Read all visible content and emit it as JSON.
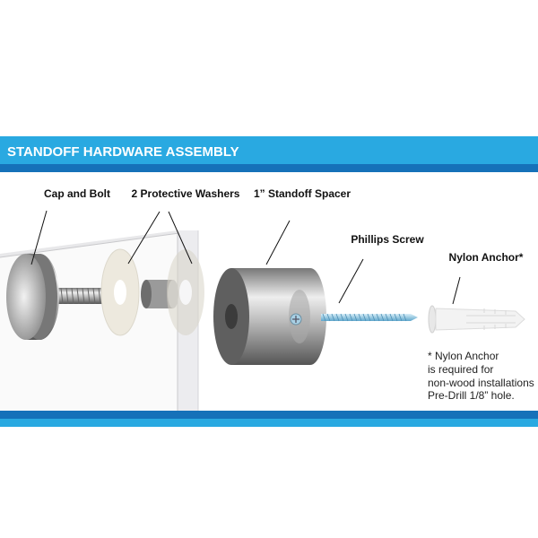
{
  "header": {
    "title": "STANDOFF HARDWARE ASSEMBLY"
  },
  "labels": {
    "cap_and_bolt": "Cap and Bolt",
    "washers": "2 Protective Washers",
    "spacer": "1” Standoff Spacer",
    "screw": "Phillips Screw",
    "anchor": "Nylon Anchor*"
  },
  "note": {
    "lines": [
      "* Nylon Anchor",
      "is required for",
      "non-wood installations",
      "Pre-Drill 1/8” hole."
    ]
  },
  "colors": {
    "band_light": "#29a9e1",
    "band_dark": "#1571b9"
  }
}
